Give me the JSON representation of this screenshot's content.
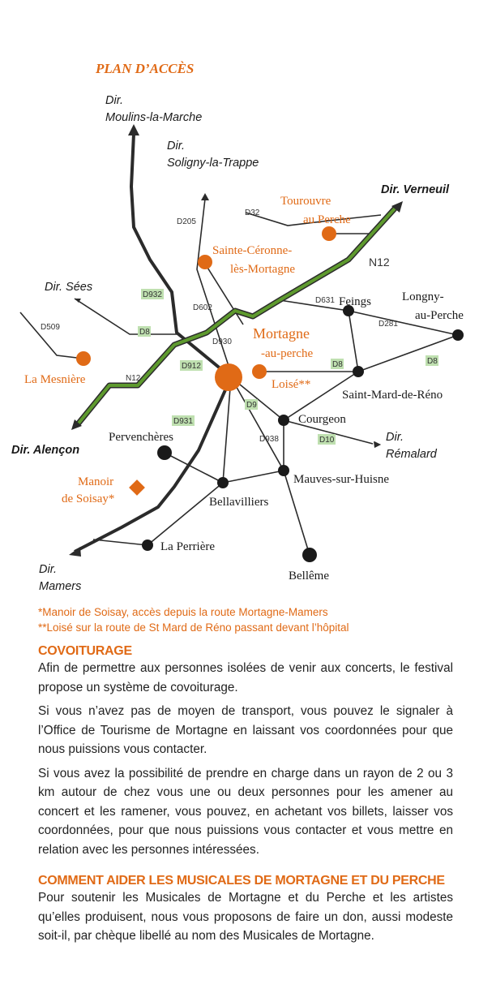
{
  "map": {
    "title": "PLAN D’ACCÈS",
    "directions": [
      {
        "line1": "Dir.",
        "line2": "Moulins-la-Marche"
      },
      {
        "line1": "Dir.",
        "line2": "Soligny-la-Trappe"
      },
      {
        "line1": "Dir. Verneuil"
      },
      {
        "line1": "Dir. Sées"
      },
      {
        "line1": "Dir. Alençon"
      },
      {
        "line1": "Dir.",
        "line2": "Rémalard"
      },
      {
        "line1": "Dir.",
        "line2": "Mamers"
      }
    ],
    "towns": {
      "tourouvre": {
        "line1": "Tourouvre",
        "line2": "au Perche"
      },
      "sainte_ceronne": {
        "line1": "Sainte-Céronne-",
        "line2": "lès-Mortagne"
      },
      "mortagne": {
        "line1": "Mortagne",
        "line2": "-au-perche"
      },
      "loise": "Loisé**",
      "la_mesniere": "La Mesnière",
      "manoir": {
        "line1": "Manoir",
        "line2": "de Soisay*"
      },
      "feings": "Feings",
      "longny": {
        "line1": "Longny-",
        "line2": "au-Perche"
      },
      "saint_mard": "Saint-Mard-de-Réno",
      "courgeon": "Courgeon",
      "pervencheres": "Pervenchères",
      "mauves": "Mauves-sur-Huisne",
      "bellavilliers": "Bellavilliers",
      "la_perriere": "La Perrière",
      "belleme": "Bellême"
    },
    "roads": {
      "n12_east": "N12",
      "n12_west": "N12",
      "d32": "D32",
      "d205": "D205",
      "d932": "D932",
      "d602": "D602",
      "d509": "D509",
      "d8_west": "D8",
      "d930": "D930",
      "d912": "D912",
      "d631": "D631",
      "d281": "D281",
      "d8_east1": "D8",
      "d8_east2": "D8",
      "d9": "D9",
      "d931": "D931",
      "d938": "D938",
      "d10": "D10"
    },
    "colors": {
      "accent": "#e06a16",
      "road": "#2b2b2b",
      "n12_fill": "#5e9a2e",
      "label_box": "#bfe0b0"
    }
  },
  "notes": [
    "*Manoir de Soisay, accès depuis la route Mortagne-Mamers",
    "**Loisé sur la route de St Mard de Réno passant devant l’hôpital"
  ],
  "covoiturage": {
    "title": "COVOITURAGE",
    "paragraphs": [
      "Afin de permettre aux personnes isolées de venir aux concerts, le festival propose un système de covoiturage.",
      "Si vous n’avez pas de moyen de transport, vous pouvez le signaler à l’Office de Tourisme de Mortagne en laissant vos coordonnées pour que nous puissions vous contacter.",
      "Si vous avez la possibilité de prendre en charge dans un rayon de 2 ou 3 km autour de chez vous une ou deux personnes pour les amener au concert et les ramener, vous pouvez, en achetant vos billets, laisser vos coordonnées, pour que nous puissions vous contacter et vous mettre en relation avec les personnes intéressées."
    ]
  },
  "aider": {
    "title": "COMMENT AIDER  LES MUSICALES DE MORTAGNE ET DU PERCHE",
    "paragraphs": [
      "Pour soutenir les Musicales de Mortagne et du Perche et les artistes qu’elles produisent, nous vous proposons de faire un don, aussi modeste soit-il, par chèque libellé au nom des Musicales de Mortagne."
    ]
  }
}
